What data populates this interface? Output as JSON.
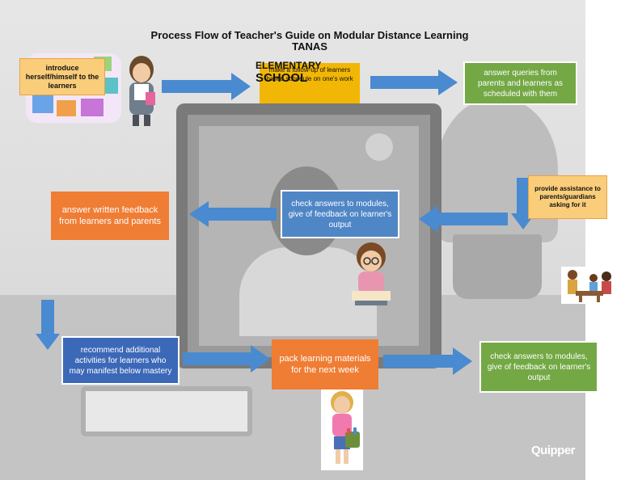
{
  "title": {
    "line1": "Process Flow of Teacher's Guide on Modular Distance Learning",
    "line2": "TANAS",
    "overlap_word1": "ELEMENTARY",
    "overlap_word2": "SCHOOL"
  },
  "steps": {
    "introduce": "introduce herself/himself to the learners",
    "follow_up": "make a follow-up of learners",
    "follow_up_overlap": "based schedule on one's work",
    "answer_queries": "answer queries from parents and learners as scheduled with them",
    "provide_assistance": "provide assistance to parents/guardians asking for it",
    "check_answers_1": "check answers to modules, give of feedback on learner's output",
    "answer_feedback": "answer written feedback from learners and parents",
    "recommend": "recommend additional activities for learners who may manifest below mastery",
    "pack": "pack learning materials for the next week",
    "check_answers_2": "check answers to modules, give of feedback on learner's output"
  },
  "branding": {
    "watermark": "Quipper"
  },
  "colors": {
    "orange": "#ef7d34",
    "gold": "#f2b705",
    "green": "#73a844",
    "blue": "#4f86c6",
    "navy": "#3c68b8",
    "arrow": "#4a8ad0"
  },
  "icons": [
    "teacher-with-tablet-icon",
    "student-reading-icon",
    "family-meeting-icon",
    "girl-with-basket-icon"
  ]
}
